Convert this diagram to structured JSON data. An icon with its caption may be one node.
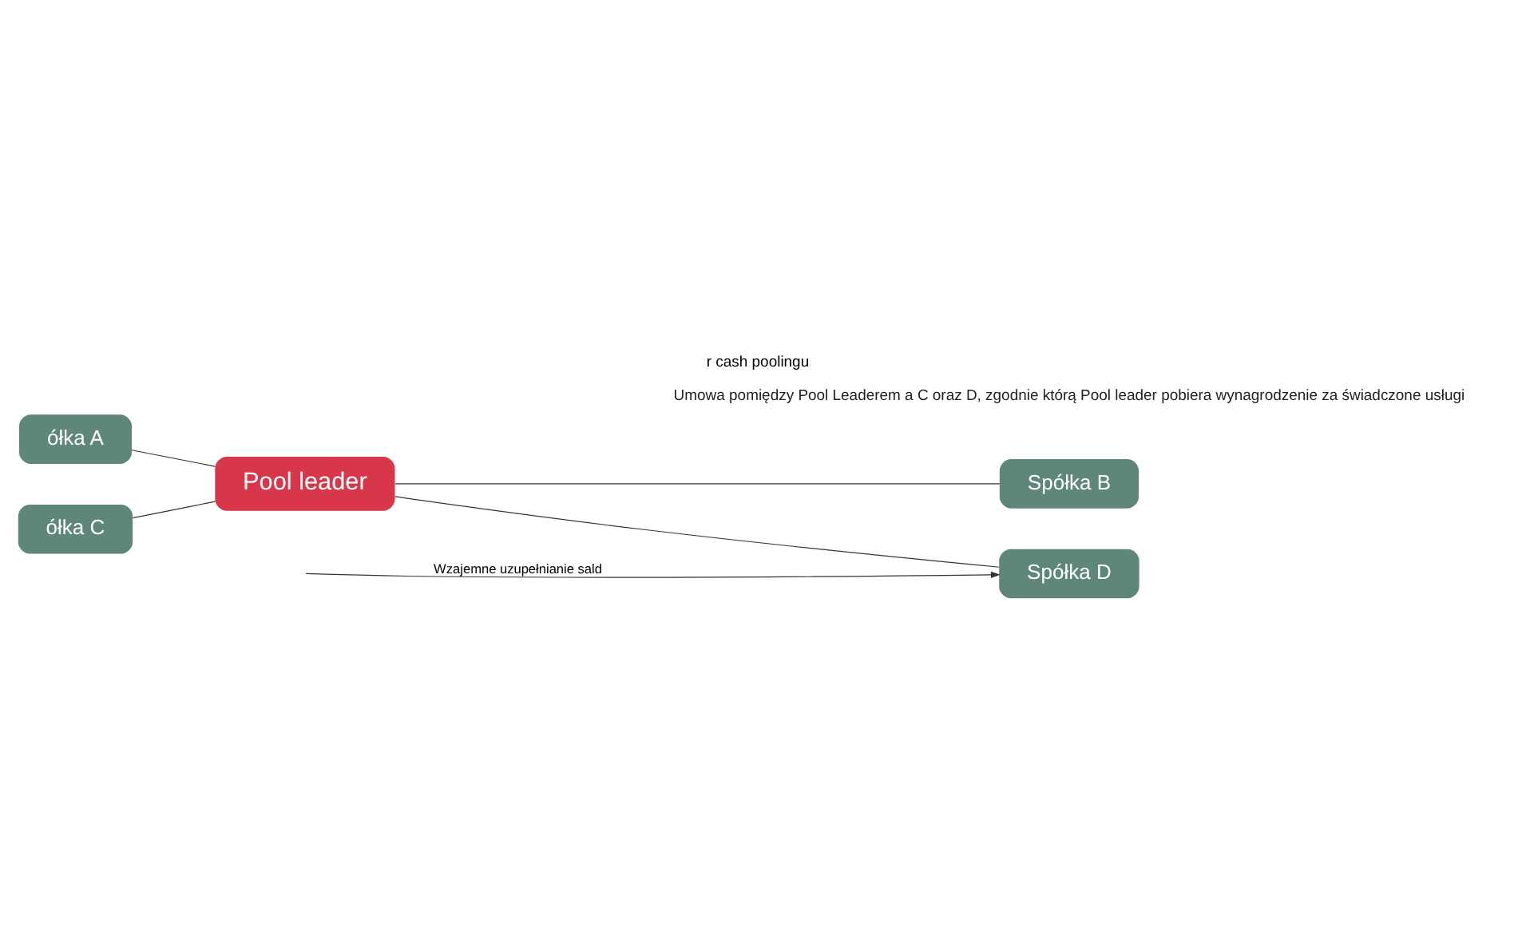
{
  "diagram": {
    "title": "r cash poolingu",
    "nodes": [
      {
        "text": [
          "ółka A"
        ]
      },
      {
        "text": [
          "Pool leader"
        ]
      },
      {
        "text": [
          "Spółka B"
        ]
      },
      {
        "text": [
          "ółka C"
        ]
      },
      {
        "text": [
          "Spółka D"
        ]
      }
    ],
    "edges": [
      {
        "from": 0,
        "to": 1,
        "arrow": "none"
      },
      {
        "from": 1,
        "to": 2,
        "arrow": "none"
      },
      {
        "from": 3,
        "to": 1,
        "arrow": "none"
      },
      {
        "from": 1,
        "to": 4,
        "arrow": "none"
      },
      {
        "from": null,
        "to": 4,
        "arrow": "to",
        "label": "Wzajemne uzupełnianie sald"
      }
    ],
    "labels": [
      "Umowa pomiędzy Pool Leaderem a C oraz D, zgodnie którą Pool leader pobiera wynagrodzenie za świadczone usługi"
    ]
  }
}
